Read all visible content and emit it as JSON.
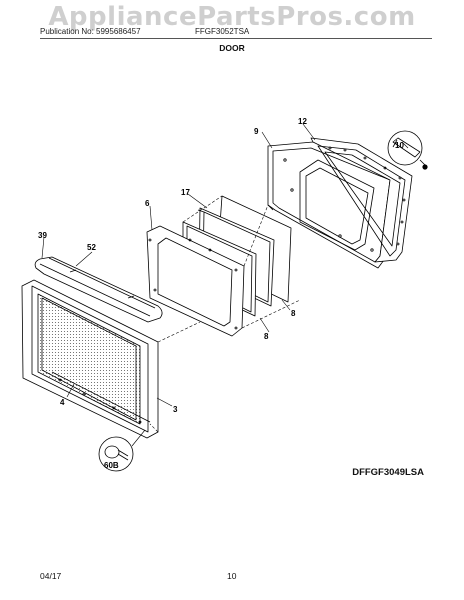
{
  "watermark": "AppliancePartsPros.com",
  "header": {
    "publication": "Publication No: 5995686457",
    "model": "FFGF3052TSA",
    "section": "DOOR"
  },
  "drawing_code": "DFFGF3049LSA",
  "footer": {
    "date": "04/17",
    "page": "10"
  },
  "callouts": {
    "c12": "12",
    "c9": "9",
    "c10": "10",
    "c17": "17",
    "c6": "6",
    "c39": "39",
    "c52": "52",
    "c8a": "8",
    "c8b": "8",
    "c4": "4",
    "c3": "3",
    "c60b": "60B"
  }
}
